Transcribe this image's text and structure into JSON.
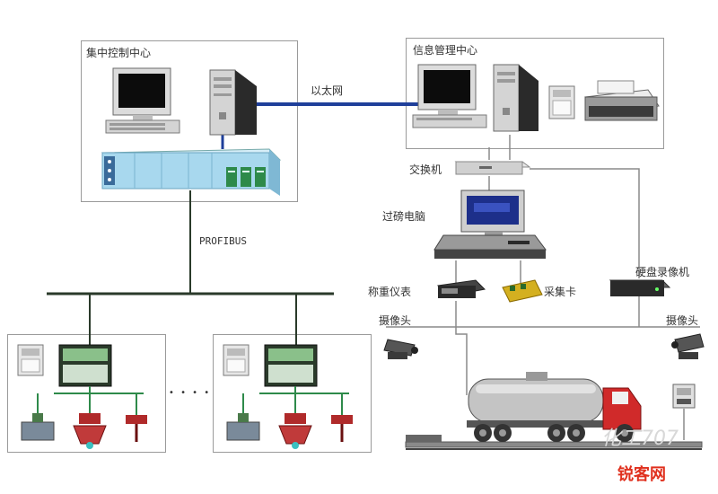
{
  "labels": {
    "central_control": "集中控制中心",
    "info_management": "信息管理中心",
    "ethernet": "以太网",
    "switch": "交换机",
    "weighing_pc": "过磅电脑",
    "profibus": "PROFIBUS",
    "weighing_instrument": "称重仪表",
    "capture_card": "采集卡",
    "disk_recorder": "硬盘录像机",
    "camera_left": "摄像头",
    "camera_right": "摄像头",
    "ellipsis": "• • • •"
  },
  "watermark": {
    "site": "锐客网",
    "corner": "化工707"
  },
  "colors": {
    "ethernet_line": "#1f3f9a",
    "bus_line": "#2a3a2a",
    "line_gray": "#8a8a8a",
    "plc_blue": "#a8d8ee",
    "plc_green": "#2e8a4a",
    "truck_red": "#d02a2a",
    "watermark_red": "#e0301e"
  }
}
